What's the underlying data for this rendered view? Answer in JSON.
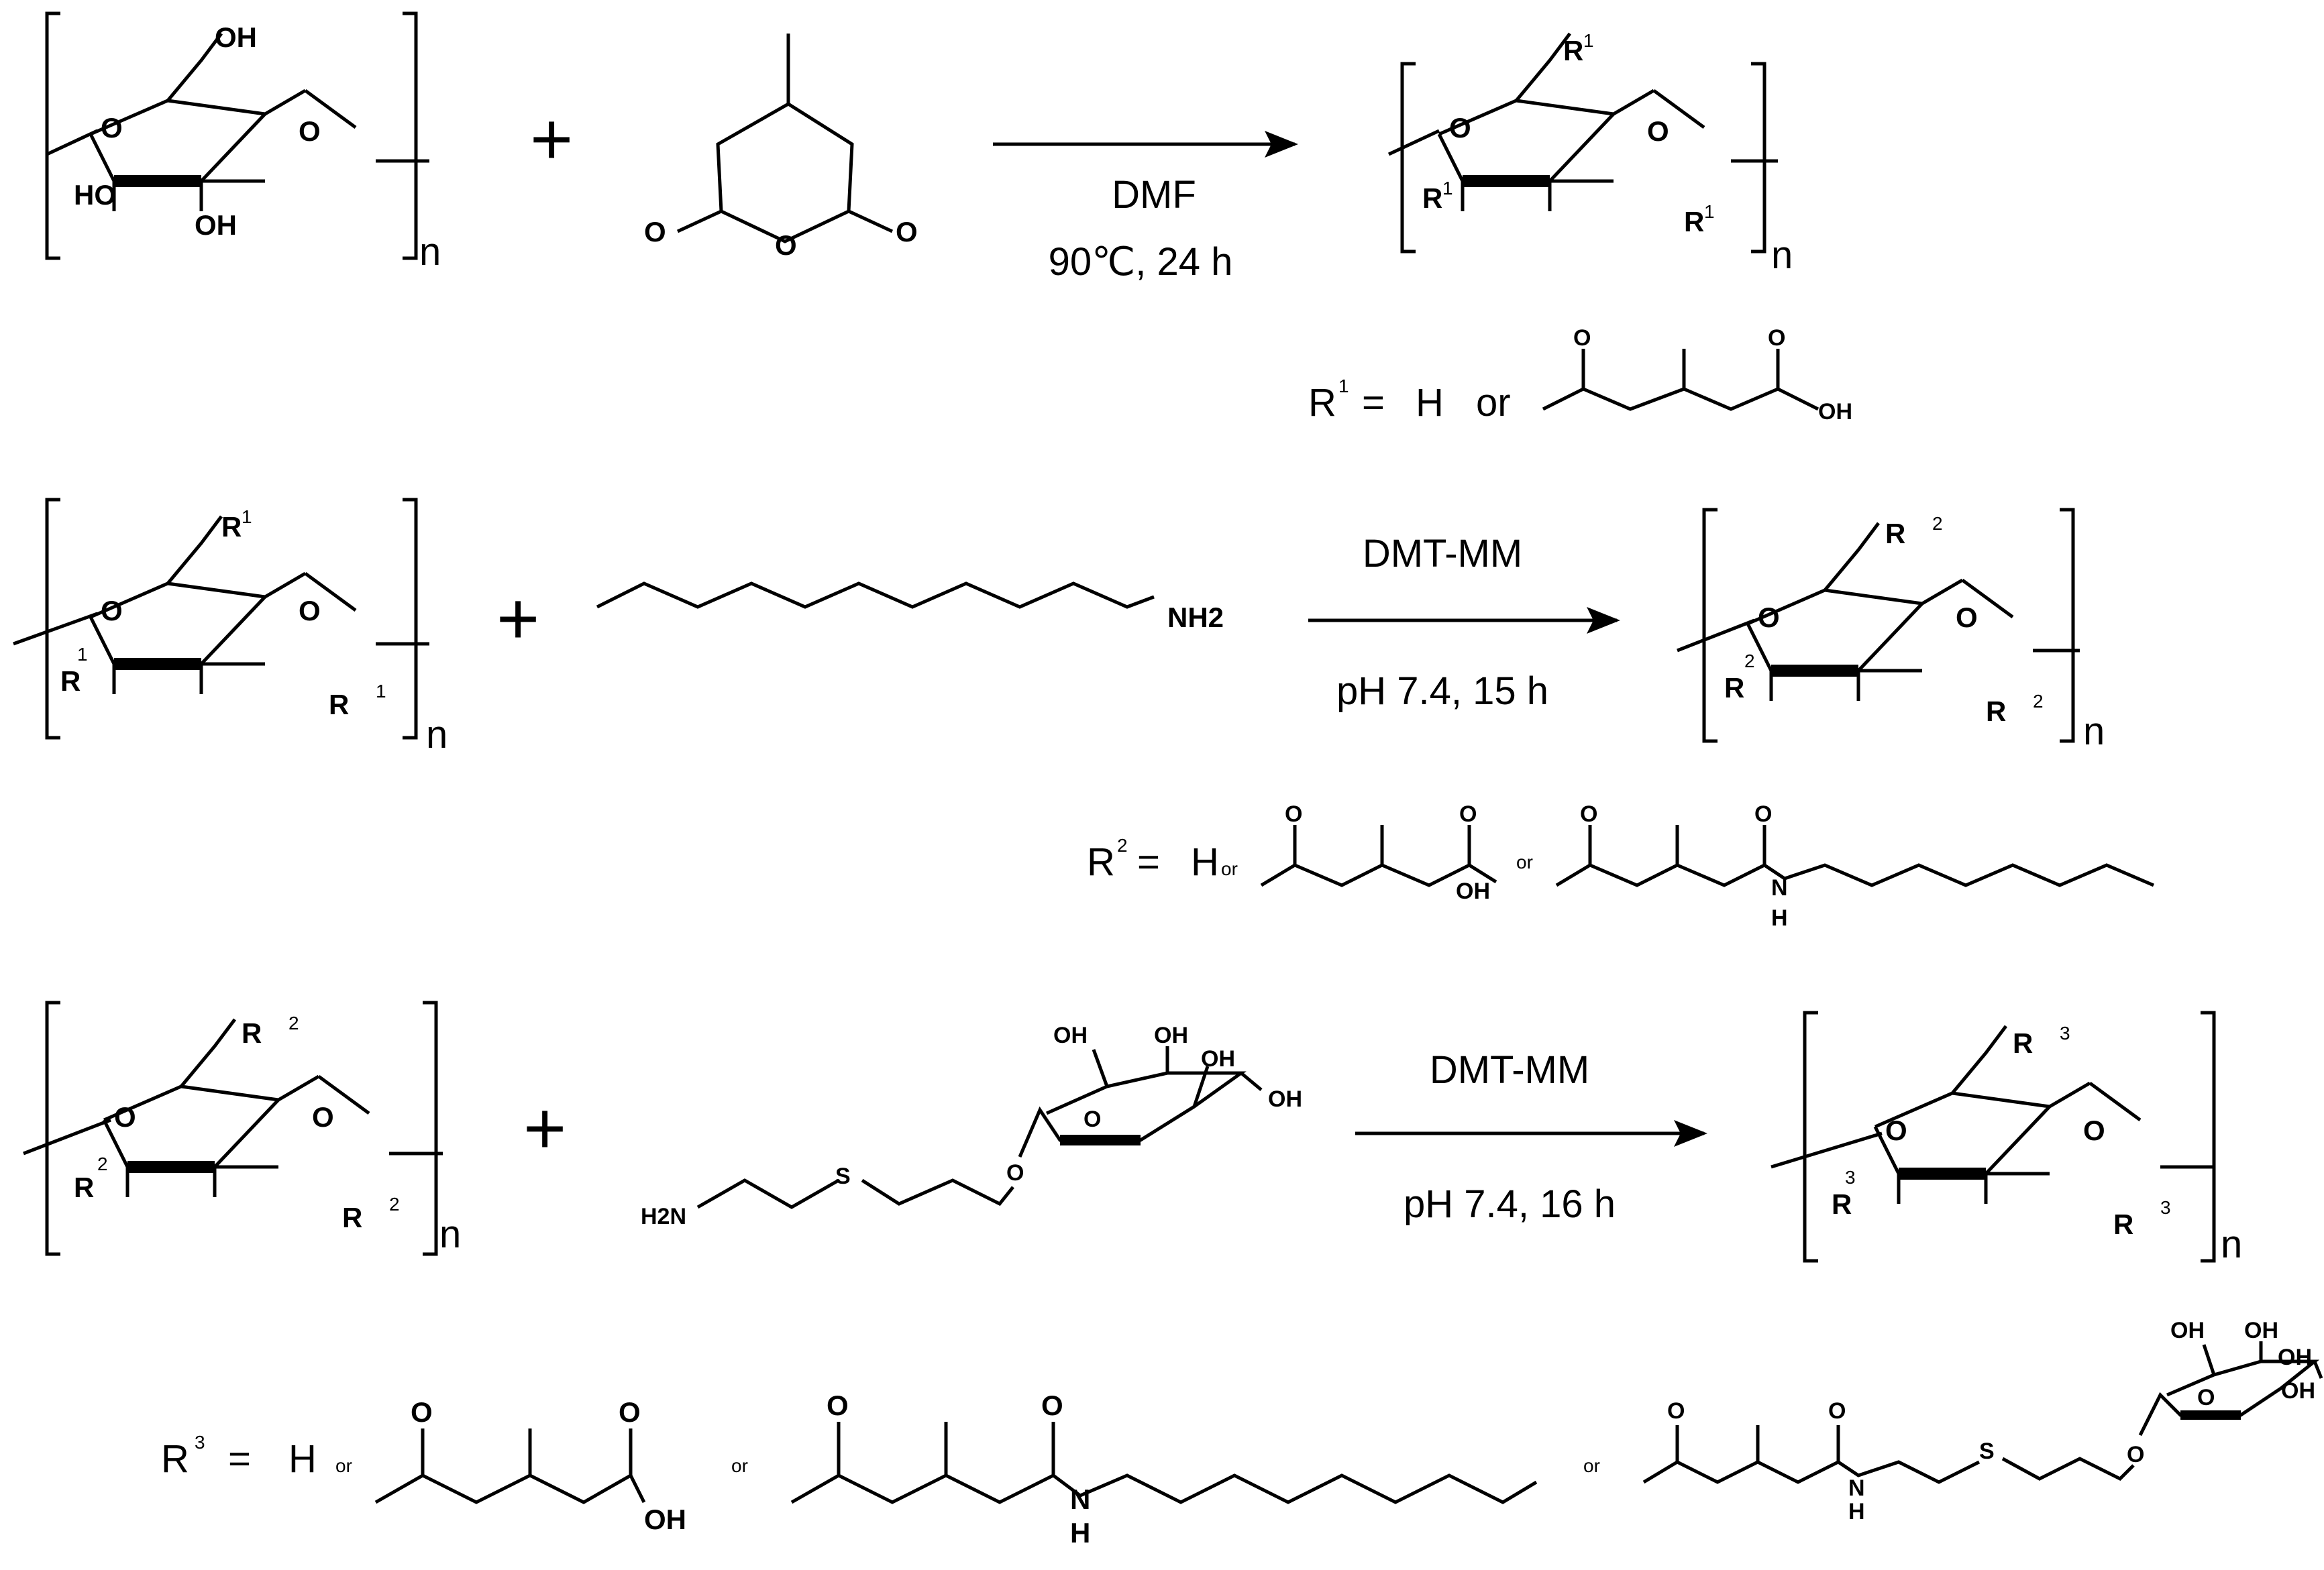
{
  "reactions": [
    {
      "reagent_label": "",
      "conditions": [
        "DMF",
        "90℃, 24 h"
      ]
    },
    {
      "reagent_label": "NH2",
      "conditions": [
        "DMT-MM",
        "pH 7.4, 15 h"
      ]
    },
    {
      "reagent_label": "H2N",
      "conditions": [
        "DMT-MM",
        "pH 7.4, 16 h"
      ]
    }
  ],
  "r_definitions": {
    "r1": {
      "label": "R",
      "sup": "1",
      "eq": "=",
      "options": [
        "H",
        "or"
      ]
    },
    "r2": {
      "label": "R",
      "sup": "2",
      "eq": "=",
      "options": [
        "H",
        "or",
        "or"
      ]
    },
    "r3": {
      "label": "R",
      "sup": "3",
      "eq": "=",
      "options": [
        "H",
        "or",
        "or",
        "or"
      ]
    }
  },
  "atoms": {
    "O": "O",
    "OH": "OH",
    "HO": "HO",
    "n": "n",
    "N": "N",
    "H": "H",
    "S": "S",
    "plus": "+"
  }
}
